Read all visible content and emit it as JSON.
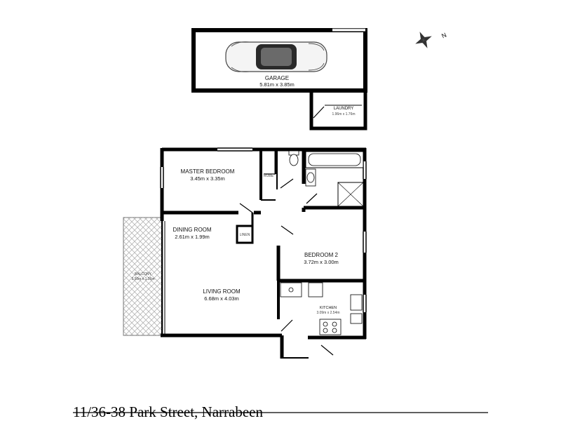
{
  "compass": {
    "north_marker": "N"
  },
  "rooms": {
    "garage": {
      "name": "GARAGE",
      "dims": "5.81m x 3.85m"
    },
    "laundry": {
      "name": "LAUNDRY",
      "dims": "1.96m x 1.76m"
    },
    "master_bedroom": {
      "name": "MASTER BEDROOM",
      "dims": "3.45m x 3.35m"
    },
    "dining_room": {
      "name": "DINING ROOM",
      "dims": "2.61m x 1.99m"
    },
    "balcony": {
      "name": "BALCONY",
      "dims": "3.50m x 1.36m"
    },
    "living_room": {
      "name": "LIVING ROOM",
      "dims": "6.68m x 4.03m"
    },
    "bedroom_2": {
      "name": "BEDROOM 2",
      "dims": "3.72m x 3.00m"
    },
    "kitchen": {
      "name": "KITCHEN",
      "dims": "3.09m x 2.54m"
    }
  },
  "fixtures": {
    "robe": "ROBE",
    "linen": "LINEN"
  },
  "caption": "11/36-38 Park Street, Narrabeen"
}
